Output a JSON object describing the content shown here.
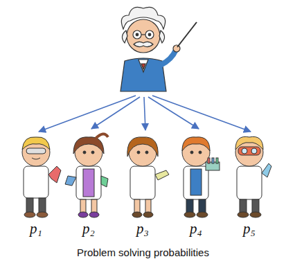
{
  "diagram": {
    "caption": "Problem solving probabilities",
    "nodes": [
      {
        "text": [
          "p₁"
        ]
      },
      {
        "text": [
          "p₂"
        ]
      },
      {
        "text": [
          "p₃"
        ]
      },
      {
        "text": [
          "p₄"
        ]
      },
      {
        "text": [
          "p₅"
        ]
      }
    ]
  }
}
